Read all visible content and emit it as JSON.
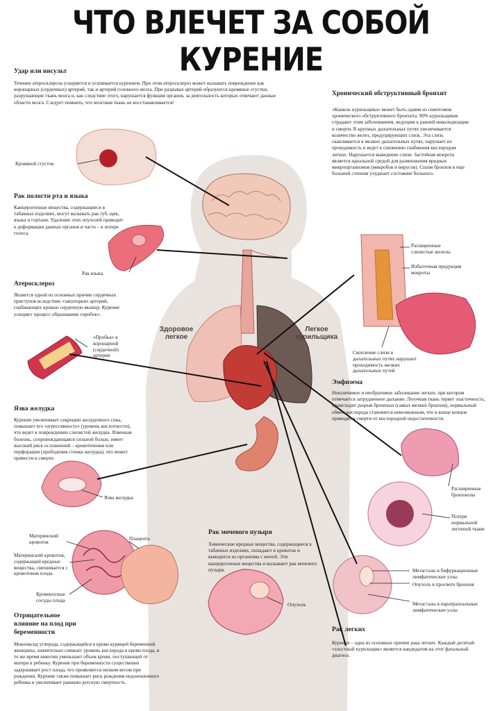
{
  "title": "ЧТО ВЛЕЧЕТ ЗА СОБОЙ КУРЕНИЕ",
  "body_labels": {
    "healthy_lung": "Здоровое легкое",
    "smoker_lung": "Легкое курильщика"
  },
  "stroke": {
    "heading": "Удар или инсульт",
    "text": "Течение атеросклероза ускоряется и усиливается курением. При этом атеросклероз может вызывать повреждение как коронарных (сердечных) артерий, так и артерий головного мозга. При разрывах артерий образуются кровяные сгустки, разрушающие ткань мозга и, как следствие этого, нарушается функция органов, за деятельность которых отвечают данные области мозга. Следует помнить, что мозговая ткань не восстанавливается!",
    "label": "Кровяной сгусток"
  },
  "mouth_cancer": {
    "heading": "Рак полости рта и языка",
    "text": "Канцерогенные вещества, содержащиеся в табачных изделиях, могут вызывать рак губ, щек, языка и гортани. Удаление этих опухолей приводит к деформации данных органов и часто – к потере голоса.",
    "label": "Рак языка"
  },
  "atherosclerosis": {
    "heading": "Атеросклероз",
    "text": "Является одной из основных причин сердечных приступов вследствие «закупорки» артерий, снабжающих кровью сердечную мышцу. Курение ускоряет процесс образования «пробок».",
    "label": "«Пробка» в коронарной (сердечной) артерии"
  },
  "ulcer": {
    "heading": "Язва желудка",
    "text": "Курение увеличивает секрецию желудочного сока, повышает его «агрессивность» (уровень кислотности), что ведет к повреждению слизистой желудка. Язвенная болезнь, сопровождающаяся сильной болью, имеет высокий риск осложнений – кровотечения или перфорации (прободения стенки желудка), что может привести к смерти.",
    "label": "Язва желудка"
  },
  "pregnancy": {
    "heading": "Отрицательное влияние на плод при беременности",
    "text": "Монооксид углерода, содержащийся в крови курящей беременной женщины, значительно снижает уровень кислорода в крови плода, в то же время никотин уменьшает объем крови, поступающей от матери к ребенку. Курение при беременности существенно задерживает рост плода, что проявляется низким весом при рождении. Курение также повышает риск рождения недоношенного ребенка и увеличивает раннюю детскую смертность.",
    "labels": {
      "maternal_blood": "Материнский кровоток",
      "maternal_harmful": "Материнский кровоток, содержащий вредные вещества, смешивается с кровотоком плода",
      "fetal_vessels": "Кровеносные сосуды плода",
      "placenta": "Плацента"
    }
  },
  "bronchitis": {
    "heading": "Хронический обструктивный бронхит",
    "text": "«Кашель курильщика» может быть одним из симптомов хронического обструктивного бронхита. 90% курильщиков страдают этим заболеванием, ведущим к ранней инвалидизации и смерти. В крупных дыхательных путях увеличивается количество желез, продуцирующих слизь. Эта слизь скапливается в мелких дыхательных путях, нарушает их проходимость и ведет к снижению снабжения кислородом легких. Нарушается выведение слизи. Застойная мокрота является идеальной средой для размножения вредных микроорганизмов (микробов и вирусов). Спазм бронхов в еще большей степени ухудшает состояние больного.",
    "labels": {
      "glands": "Расширенные слизистые железы",
      "sputum": "Избыточная продукция мокроты",
      "mucus": "Скопление слизи в дыхательных путях нарушает проходимость мелких дыхательных путей"
    }
  },
  "emphysema": {
    "heading": "Эмфизема",
    "text": "Неизлечимое и необратимое заболевание легких, при котором отмечается затрудненное дыхание. Легочная ткань теряет эластичность, происходит разрыв бронхиол (самых мелких бронхов), нормальный обмен кислорода становится невозможным, что в конце концов приводит к смерти от кислородной недостаточности.",
    "labels": {
      "bronchioles": "Расширенные бронхиолы",
      "tissue_loss": "Потеря нормальной легочной ткани"
    }
  },
  "bladder": {
    "heading": "Рак мочевого пузыря",
    "text": "Химические вредные вещества, содержащиеся в табачных изделиях, попадают в кровоток и выводятся из организма с мочой. Эти канцерогенные вещества и вызывают рак мочевого пузыря.",
    "label": "Опухоль"
  },
  "lung_cancer": {
    "heading": "Рак легких",
    "text": "Курение – одна из основных причин рака легких. Каждый десятый «злостный курильщик» является кандидатом на этот фатальный диагноз.",
    "labels": {
      "bifurcation": "Метастазы в бифуркационные лимфатические узлы",
      "bronchial": "Опухоль в просвете бронхов",
      "paratracheal": "Метастазы в паратрахеальные лимфатические узлы"
    }
  }
}
